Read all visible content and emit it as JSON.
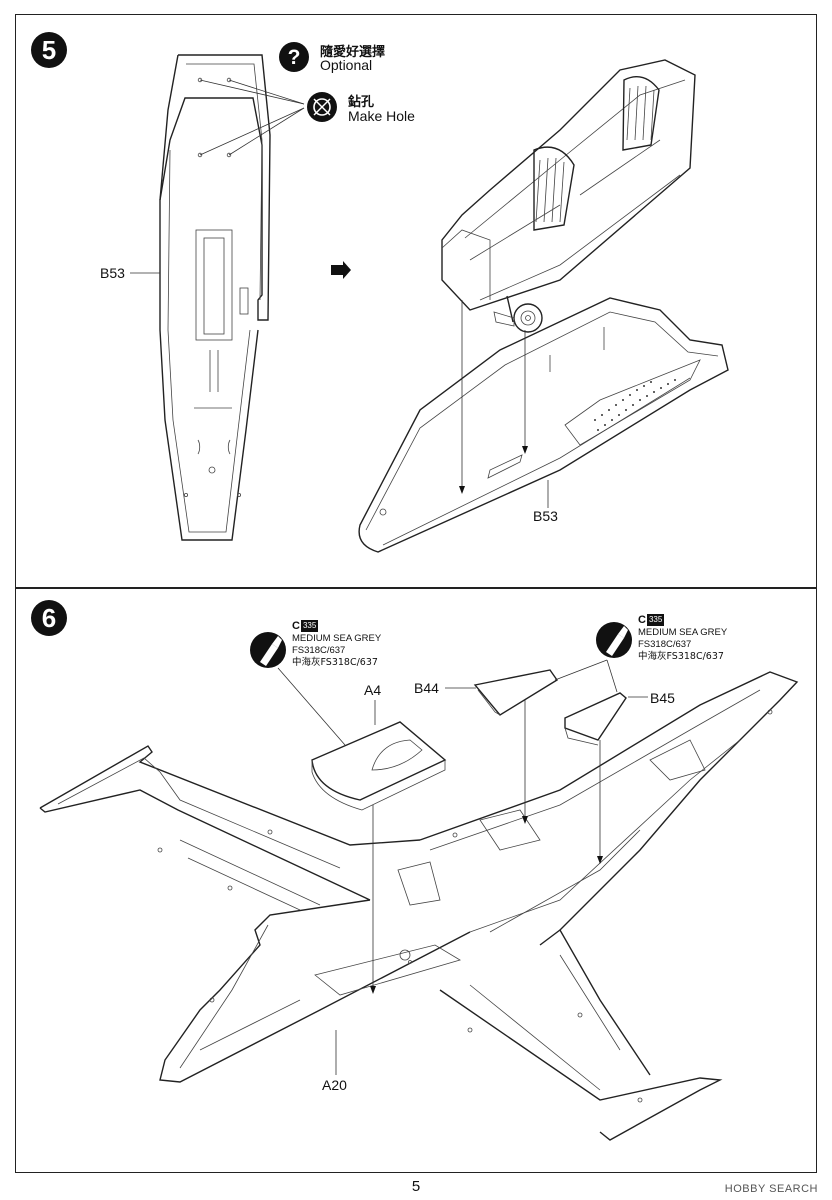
{
  "page_number": "5",
  "watermark": "HOBBY SEARCH",
  "step5": {
    "number": "5",
    "legend_optional_cn": "隨愛好選擇",
    "legend_optional_en": "Optional",
    "legend_hole_cn": "鉆孔",
    "legend_hole_en": "Make Hole",
    "part_label_left": "B53",
    "part_label_right": "B53"
  },
  "step6": {
    "number": "6",
    "paint_left": {
      "code": "C",
      "badge": "335",
      "name": "MEDIUM SEA GREY",
      "fs": "FS318C/637",
      "cn": "中海灰FS318C/637"
    },
    "paint_right": {
      "code": "C",
      "badge": "335",
      "name": "MEDIUM SEA GREY",
      "fs": "FS318C/637",
      "cn": "中海灰FS318C/637"
    },
    "label_a4": "A4",
    "label_b44": "B44",
    "label_b45": "B45",
    "label_a20": "A20"
  }
}
